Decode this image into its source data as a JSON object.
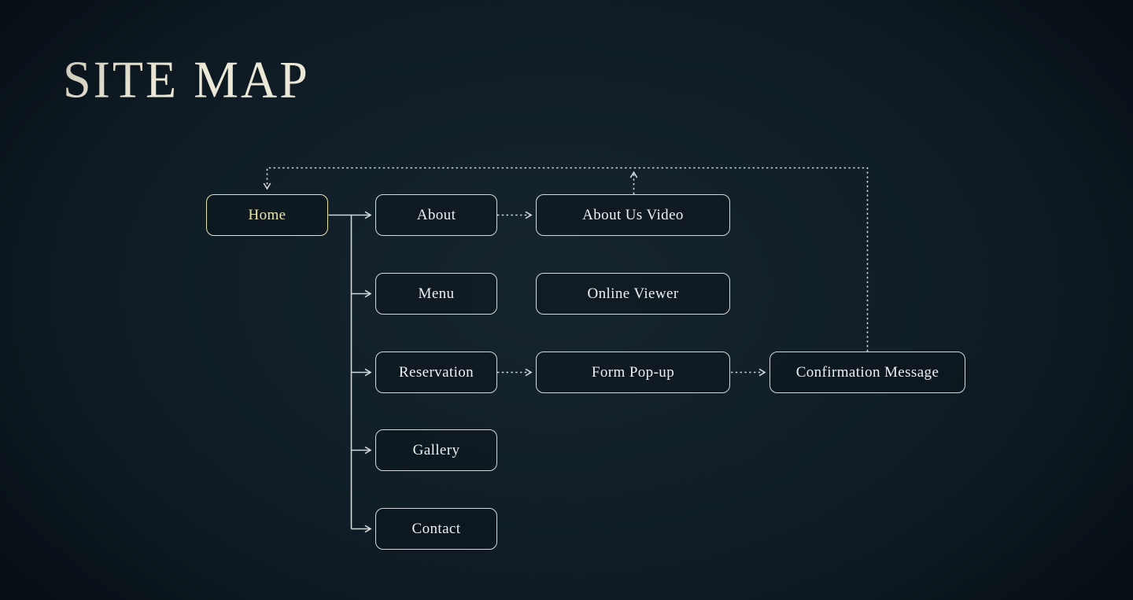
{
  "title": "SITE MAP",
  "colors": {
    "background_center": "#17252f",
    "background_edge": "#091219",
    "accent": "#e8e5ae",
    "box_border": "#d3d9dc",
    "text": "#eef1f2",
    "connector": "#d2d8da",
    "title": "#ece8d7"
  },
  "diagram": {
    "nodes": [
      {
        "id": "home",
        "label": "Home",
        "level": 1,
        "highlight": true
      },
      {
        "id": "about",
        "label": "About",
        "level": 2
      },
      {
        "id": "menu",
        "label": "Menu",
        "level": 2
      },
      {
        "id": "reservation",
        "label": "Reservation",
        "level": 2
      },
      {
        "id": "gallery",
        "label": "Gallery",
        "level": 2
      },
      {
        "id": "contact",
        "label": "Contact",
        "level": 2
      },
      {
        "id": "about-us-video",
        "label": "About Us Video",
        "level": 3
      },
      {
        "id": "online-viewer",
        "label": "Online Viewer",
        "level": 3
      },
      {
        "id": "form-popup",
        "label": "Form Pop-up",
        "level": 3
      },
      {
        "id": "confirmation-message",
        "label": "Confirmation Message",
        "level": 4
      }
    ],
    "connections": [
      {
        "from": "home",
        "to": "about",
        "style": "solid",
        "arrow": "end"
      },
      {
        "from": "home",
        "to": "menu",
        "style": "solid",
        "arrow": "end"
      },
      {
        "from": "home",
        "to": "reservation",
        "style": "solid",
        "arrow": "end"
      },
      {
        "from": "home",
        "to": "gallery",
        "style": "solid",
        "arrow": "end"
      },
      {
        "from": "home",
        "to": "contact",
        "style": "solid",
        "arrow": "end"
      },
      {
        "from": "about",
        "to": "about-us-video",
        "style": "dotted",
        "arrow": "end"
      },
      {
        "from": "reservation",
        "to": "form-popup",
        "style": "dotted",
        "arrow": "end"
      },
      {
        "from": "form-popup",
        "to": "confirmation-message",
        "style": "dotted",
        "arrow": "end"
      },
      {
        "from": "about-us-video",
        "to": "home",
        "style": "dotted",
        "arrow": "end"
      },
      {
        "from": "confirmation-message",
        "to": "home",
        "style": "dotted",
        "arrow": "end"
      }
    ]
  }
}
